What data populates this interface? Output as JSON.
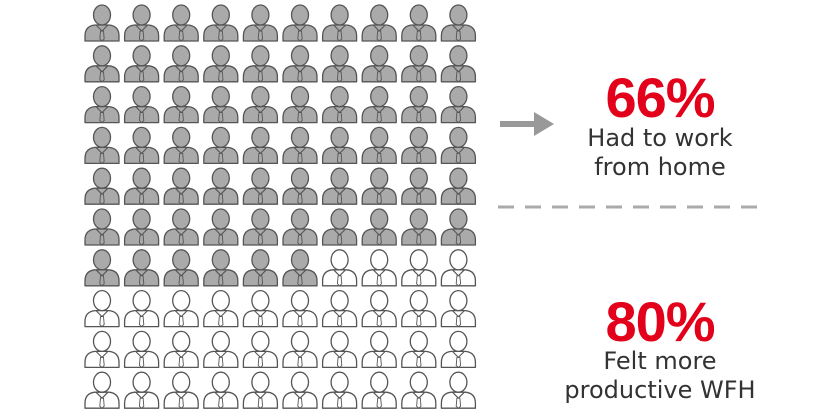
{
  "chart_data": {
    "type": "pictogram",
    "total_icons": 100,
    "grid": {
      "rows": 10,
      "columns": 10
    },
    "highlighted_icons": 66,
    "colors": {
      "highlighted": "#aaaaaa",
      "empty": "#ffffff",
      "outline": "#555555",
      "accent": "#e2001a",
      "arrow": "#999999",
      "divider": "#aaaaaa"
    },
    "stats": [
      {
        "value": "66%",
        "label": "Had to work\nfrom home"
      },
      {
        "value": "80%",
        "label": "Felt more\nproductive WFH"
      }
    ]
  }
}
